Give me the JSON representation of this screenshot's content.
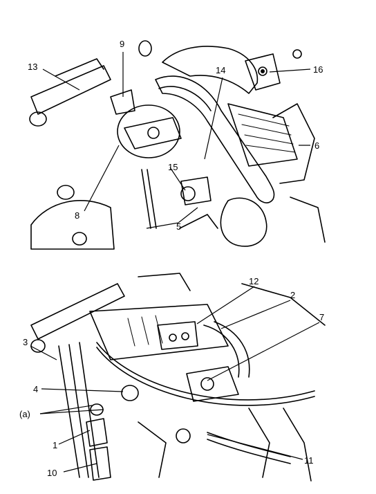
{
  "top_panel": {
    "callouts": [
      {
        "id": "c13",
        "text": "13"
      },
      {
        "id": "c9",
        "text": "9"
      },
      {
        "id": "c14",
        "text": "14"
      },
      {
        "id": "c16",
        "text": "16"
      },
      {
        "id": "c6",
        "text": "6"
      },
      {
        "id": "c15",
        "text": "15"
      },
      {
        "id": "c8",
        "text": "8"
      },
      {
        "id": "c5",
        "text": "5"
      }
    ]
  },
  "bottom_panel": {
    "callouts": [
      {
        "id": "c12",
        "text": "12"
      },
      {
        "id": "c2",
        "text": "2"
      },
      {
        "id": "c7",
        "text": "7"
      },
      {
        "id": "c3",
        "text": "3"
      },
      {
        "id": "c4",
        "text": "4"
      },
      {
        "id": "ca",
        "text": "(a)"
      },
      {
        "id": "c1",
        "text": "1"
      },
      {
        "id": "c10",
        "text": "10"
      },
      {
        "id": "c11",
        "text": "11"
      }
    ]
  }
}
